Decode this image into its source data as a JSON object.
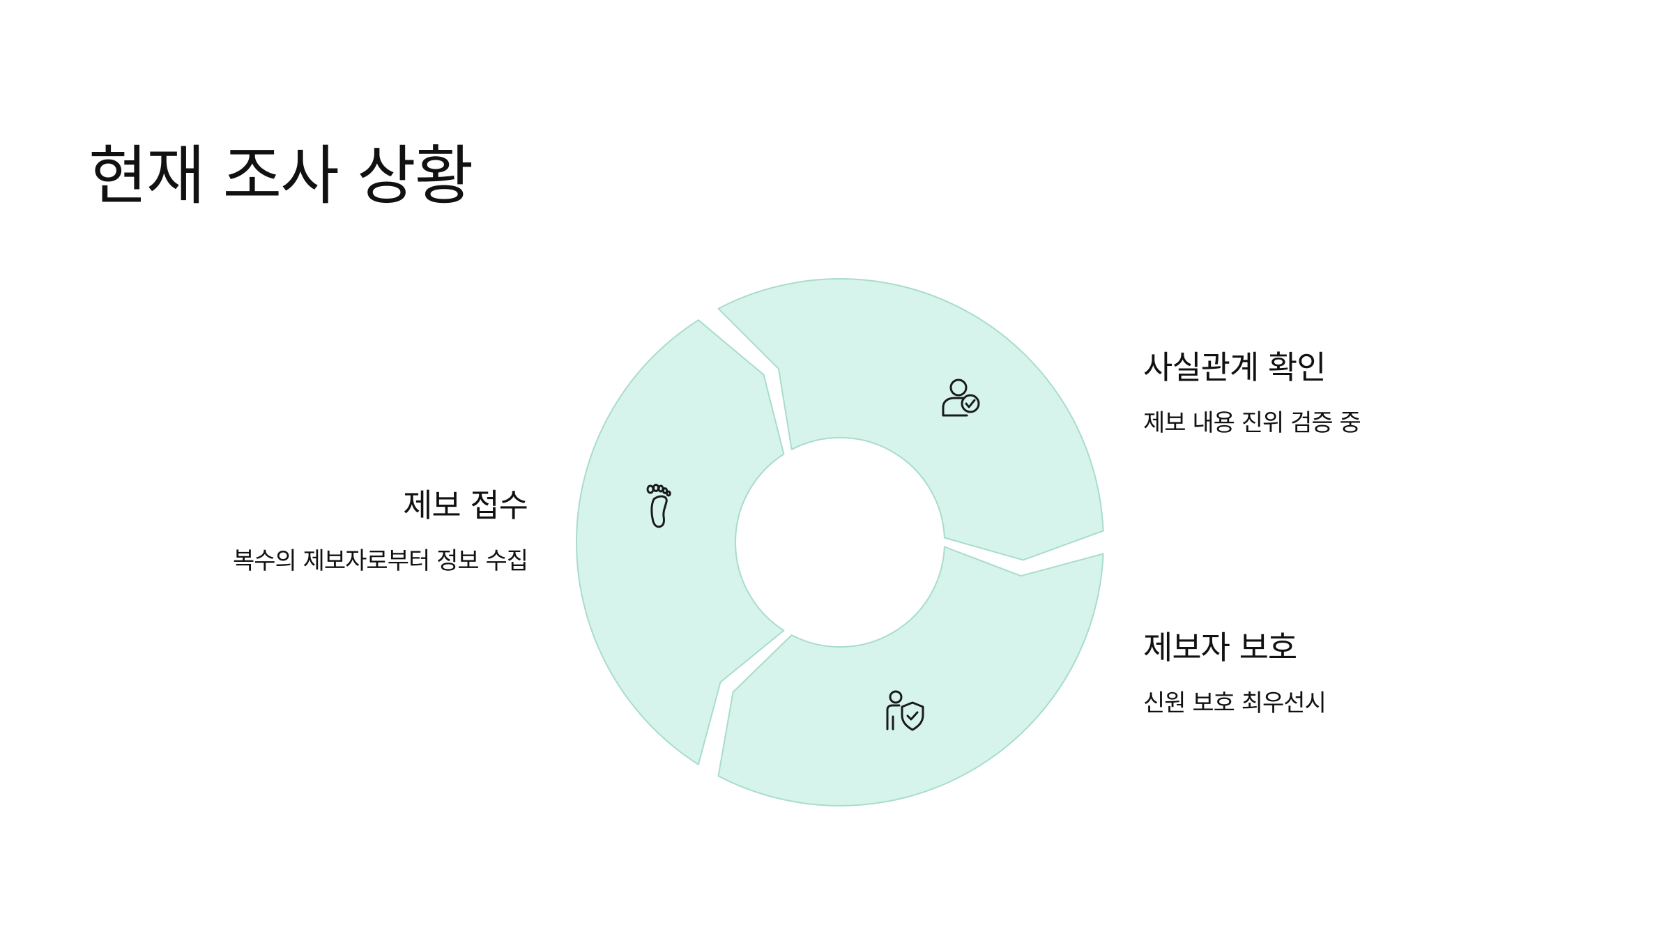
{
  "title": "현재 조사 상황",
  "colors": {
    "segment_fill": "#d6f4ec",
    "segment_stroke": "#a8dccb",
    "icon": "#1a1a1a"
  },
  "steps": [
    {
      "title": "제보 접수",
      "description": "복수의 제보자로부터 정보 수집",
      "icon": "footprint-icon"
    },
    {
      "title": "사실관계 확인",
      "description": "제보 내용 진위 검증 중",
      "icon": "user-check-icon"
    },
    {
      "title": "제보자 보호",
      "description": "신원 보호 최우선시",
      "icon": "person-shield-icon"
    }
  ]
}
